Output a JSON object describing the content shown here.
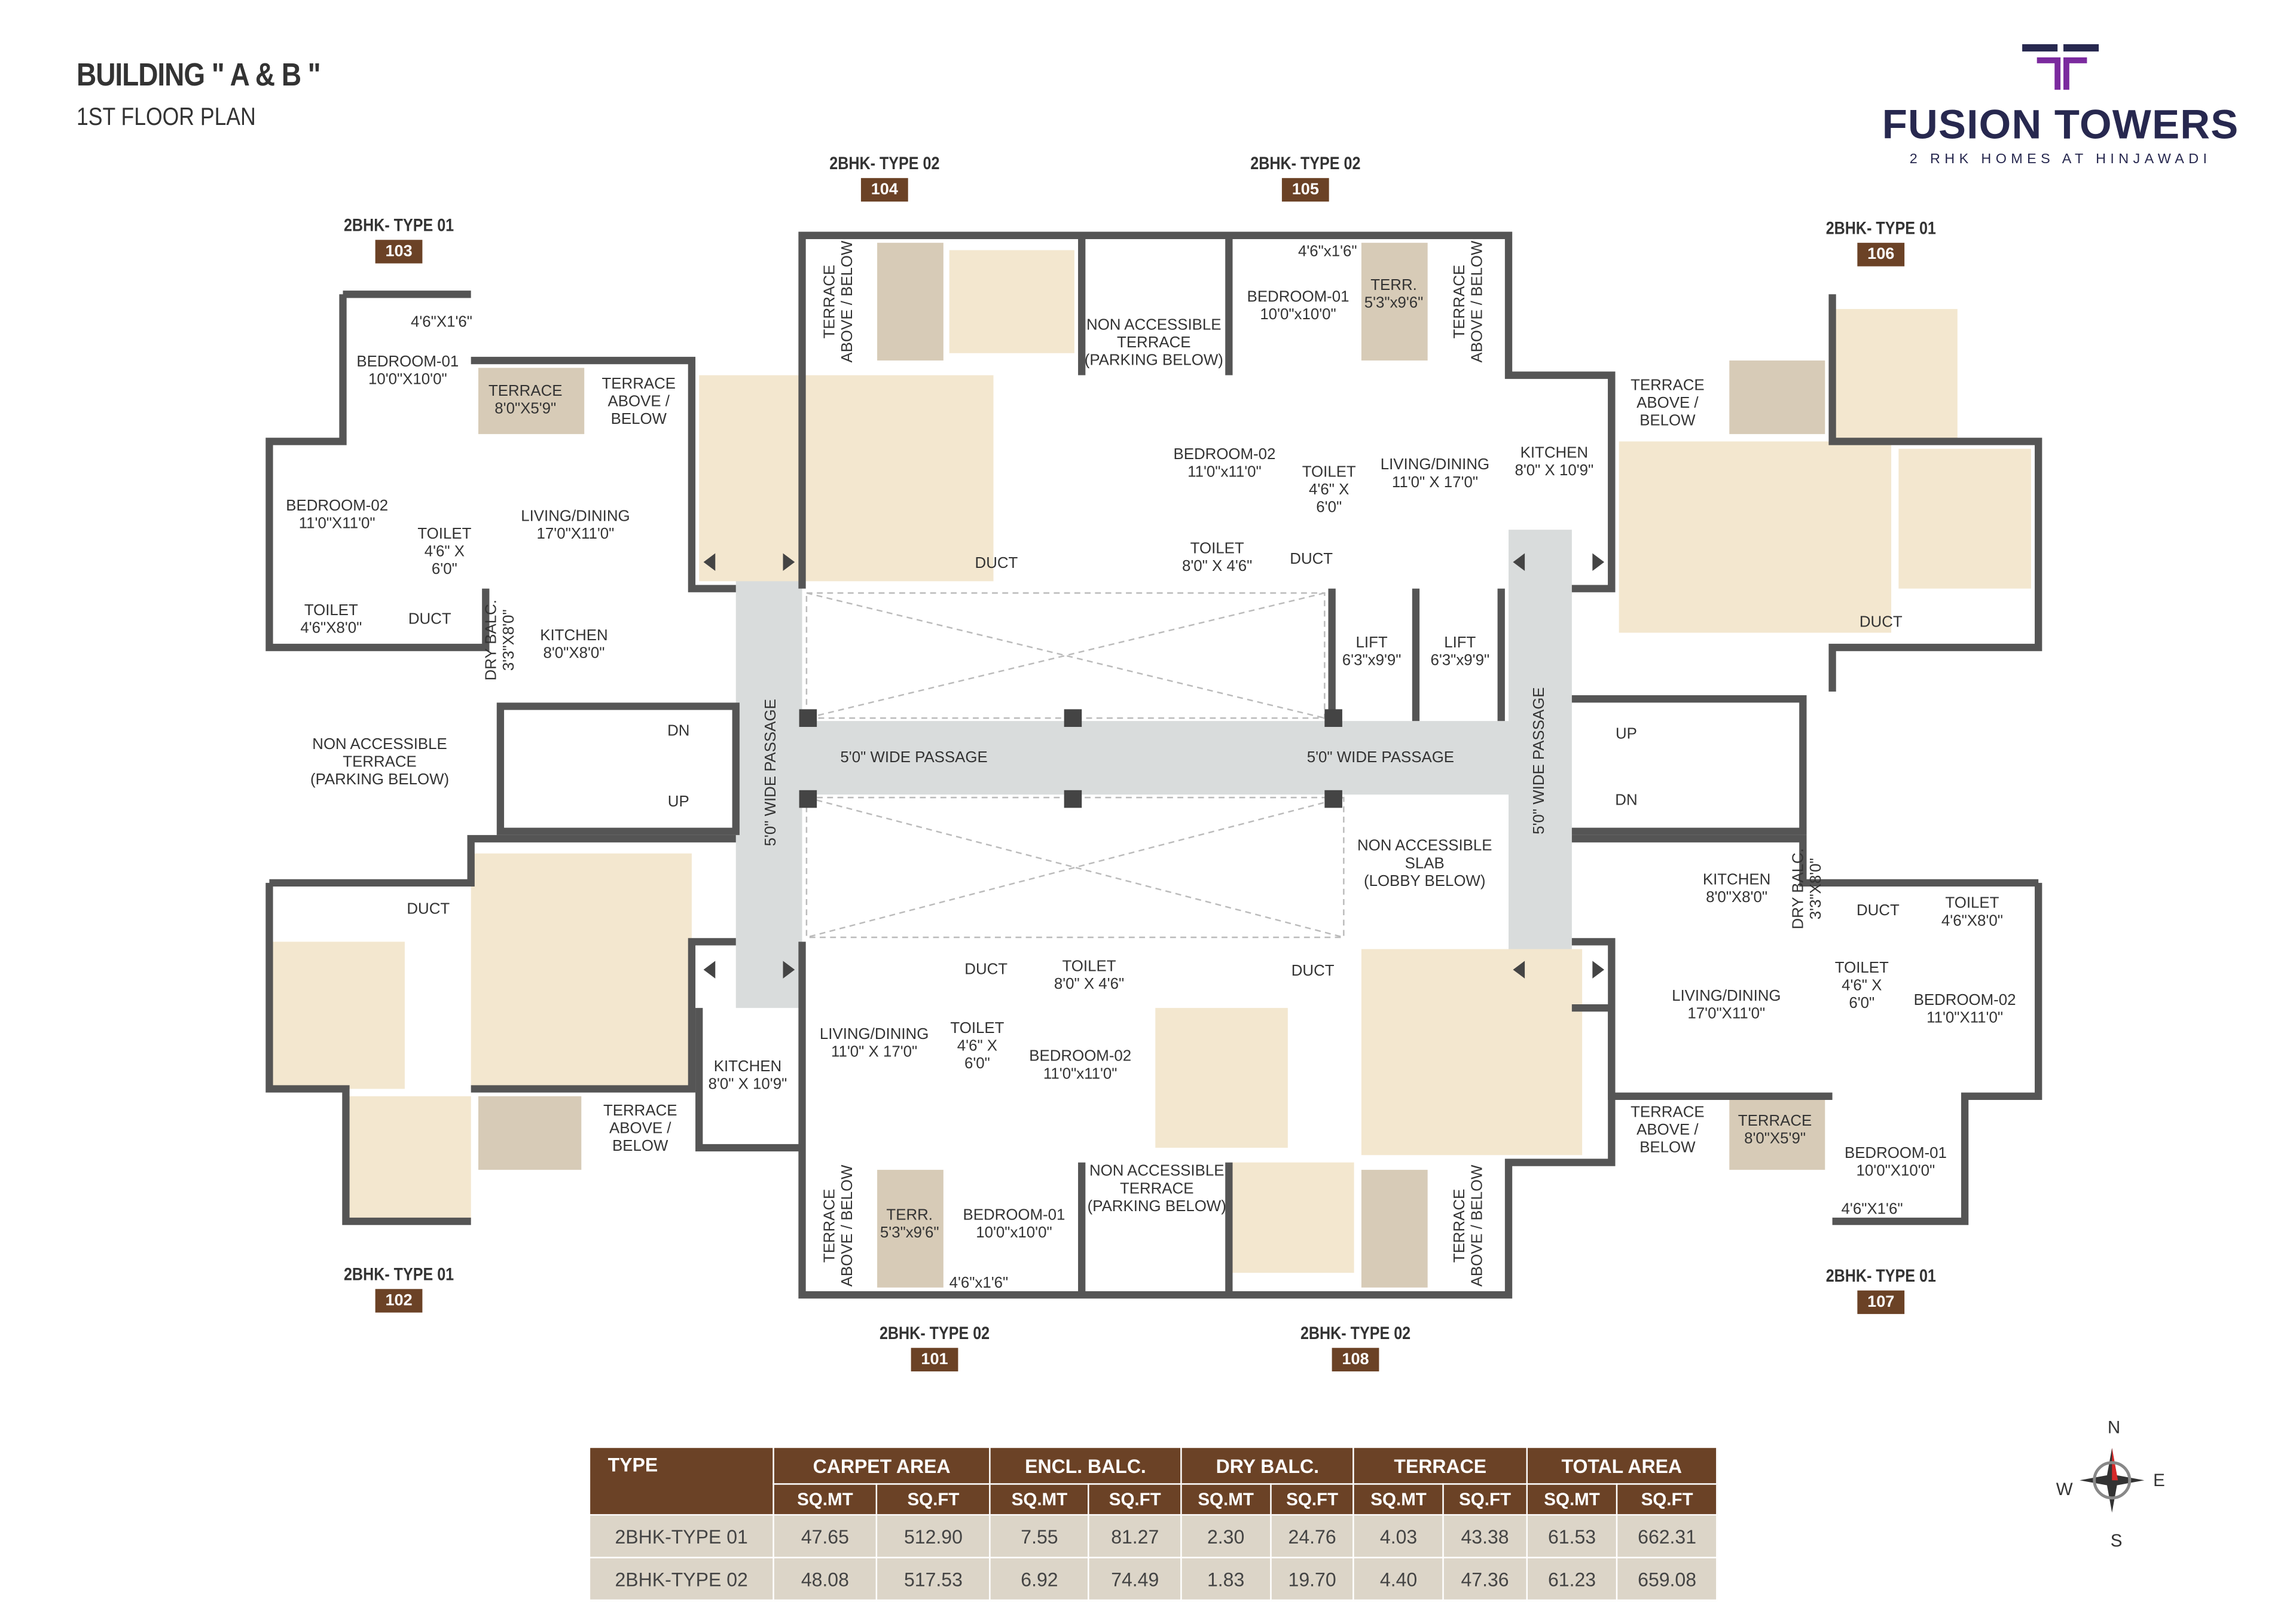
{
  "header": {
    "title": "BUILDING \" A & B \"",
    "subtitle": "1ST FLOOR PLAN"
  },
  "logo": {
    "name": "FUSION TOWERS",
    "tagline": "2 RHK HOMES AT HINJAWADI",
    "colors": {
      "navy": "#27284f",
      "purple": "#7b2a9e"
    }
  },
  "colors": {
    "brand_brown": "#6b4226",
    "row_fill": "#dcd5c8",
    "wall": "#555555",
    "furnished_fill": "#f3e7cf",
    "passage": "#d9dcdc"
  },
  "units": [
    {
      "type": "2BHK- TYPE 01",
      "number": "103"
    },
    {
      "type": "2BHK- TYPE 02",
      "number": "104"
    },
    {
      "type": "2BHK- TYPE 02",
      "number": "105"
    },
    {
      "type": "2BHK- TYPE 01",
      "number": "106"
    },
    {
      "type": "2BHK- TYPE 01",
      "number": "102"
    },
    {
      "type": "2BHK- TYPE 02",
      "number": "101"
    },
    {
      "type": "2BHK- TYPE 02",
      "number": "108"
    },
    {
      "type": "2BHK- TYPE 01",
      "number": "107"
    }
  ],
  "rooms": [
    "4'6\"X1'6\"",
    "BEDROOM-01\n10'0\"X10'0\"",
    "TERRACE\n8'0\"X5'9\"",
    "TERRACE\nABOVE /\nBELOW",
    "BEDROOM-02\n11'0\"X11'0\"",
    "TOILET\n4'6\" X\n6'0\"",
    "LIVING/DINING\n17'0\"X11'0\"",
    "TOILET\n4'6\"X8'0\"",
    "DUCT",
    "DRY BALC.\n3'3\"X8'0\"",
    "KITCHEN\n8'0\"X8'0\"",
    "NON ACCESSIBLE\nTERRACE\n(PARKING BELOW)",
    "DN",
    "UP",
    "DUCT",
    "TERRACE\nABOVE /\nBELOW",
    "5'0\" WIDE PASSAGE",
    "5'0\" WIDE PASSAGE",
    "5'0\" WIDE PASSAGE",
    "5'0\" WIDE PASSAGE",
    "TERRACE\nABOVE / BELOW",
    "NON ACCESSIBLE\nTERRACE\n(PARKING BELOW)",
    "4'6\"x1'6\"",
    "BEDROOM-01\n10'0\"x10'0\"",
    "TERR.\n5'3\"x9'6\"",
    "TERRACE\nABOVE / BELOW",
    "BEDROOM-02\n11'0\"x11'0\"",
    "TOILET\n4'6\" X\n6'0\"",
    "LIVING/DINING\n11'0\" X 17'0\"",
    "KITCHEN\n8'0\" X 10'9\"",
    "DUCT",
    "TOILET\n8'0\" X 4'6\"",
    "DUCT",
    "LIFT\n6'3\"x9'9\"",
    "LIFT\n6'3\"x9'9\"",
    "NON ACCESSIBLE\nSLAB\n(LOBBY BELOW)",
    "TERRACE\nABOVE /\nBELOW",
    "DUCT",
    "UP",
    "DN",
    "KITCHEN\n8'0\"X8'0\"",
    "DRY BALC.\n3'3\"X8'0\"",
    "DUCT",
    "TOILET\n4'6\"X8'0\"",
    "LIVING/DINING\n17'0\"X11'0\"",
    "TOILET\n4'6\" X\n6'0\"",
    "BEDROOM-02\n11'0\"X11'0\"",
    "TERRACE\nABOVE /\nBELOW",
    "TERRACE\n8'0\"X5'9\"",
    "BEDROOM-01\n10'0\"X10'0\"",
    "4'6\"X1'6\"",
    "DUCT",
    "TOILET\n8'0\" X 4'6\"",
    "DUCT",
    "LIVING/DINING\n11'0\" X 17'0\"",
    "TOILET\n4'6\" X\n6'0\"",
    "BEDROOM-02\n11'0\"x11'0\"",
    "KITCHEN\n8'0\" X 10'9\"",
    "TERRACE\nABOVE / BELOW",
    "TERR.\n5'3\"x9'6\"",
    "BEDROOM-01\n10'0\"x10'0\"",
    "4'6\"x1'6\"",
    "NON ACCESSIBLE\nTERRACE\n(PARKING BELOW)",
    "TERRACE\nABOVE / BELOW"
  ],
  "table": {
    "type_header": "TYPE",
    "groups": [
      "CARPET AREA",
      "ENCL. BALC.",
      "DRY BALC.",
      "TERRACE",
      "TOTAL  AREA"
    ],
    "units": [
      "SQ.MT",
      "SQ.FT"
    ],
    "rows": [
      {
        "type": "2BHK-TYPE 01",
        "values": [
          "47.65",
          "512.90",
          "7.55",
          "81.27",
          "2.30",
          "24.76",
          "4.03",
          "43.38",
          "61.53",
          "662.31"
        ]
      },
      {
        "type": "2BHK-TYPE 02",
        "values": [
          "48.08",
          "517.53",
          "6.92",
          "74.49",
          "1.83",
          "19.70",
          "4.40",
          "47.36",
          "61.23",
          "659.08"
        ]
      }
    ]
  },
  "compass": {
    "n": "N",
    "e": "E",
    "s": "S",
    "w": "W"
  }
}
